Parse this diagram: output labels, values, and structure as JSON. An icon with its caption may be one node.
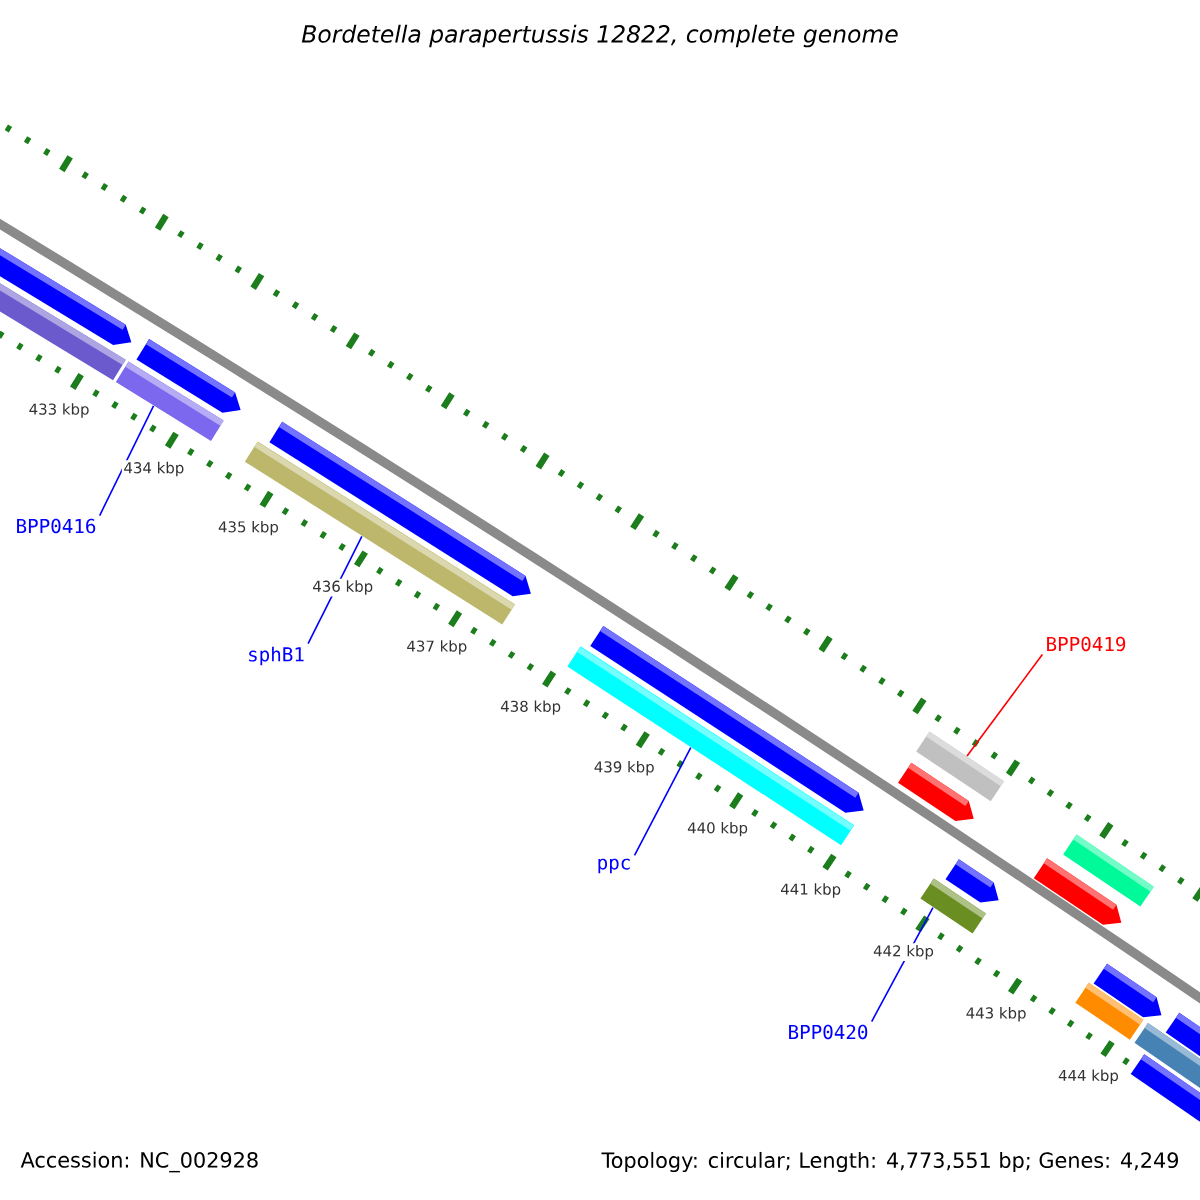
{
  "diagram": {
    "title": "Bordetella parapertussis 12822, complete genome",
    "nodes": [
      {
        "text": [
          "BPP0416"
        ]
      },
      {
        "text": [
          "sphB1"
        ]
      },
      {
        "text": [
          "BPP0419"
        ]
      },
      {
        "text": [
          "ppc"
        ]
      },
      {
        "text": [
          "BPP0420"
        ]
      },
      {
        "text": [],
        "shape": "bar"
      },
      {
        "text": [],
        "shape": "bar"
      },
      {
        "text": [],
        "shape": "bar"
      },
      {
        "text": [],
        "shape": "bar"
      },
      {
        "text": [],
        "shape": "bar"
      }
    ],
    "edges": [
      {
        "from": 0,
        "to": 5,
        "arrow": "none"
      },
      {
        "from": 1,
        "to": 6,
        "arrow": "none"
      },
      {
        "from": 2,
        "to": 8,
        "arrow": "none",
        "color": "#ff0000"
      },
      {
        "from": 3,
        "to": 7,
        "arrow": "none"
      },
      {
        "from": 4,
        "to": 9,
        "arrow": "none"
      }
    ],
    "labels": [
      "433 kbp",
      "434 kbp",
      "435 kbp",
      "436 kbp",
      "437 kbp",
      "438 kbp",
      "439 kbp",
      "440 kbp",
      "441 kbp",
      "442 kbp",
      "443 kbp",
      "444 kbp",
      "Accession: NC_002928",
      "Topology: circular; Length: 4,773,551 bp; Genes: 4,249"
    ]
  }
}
